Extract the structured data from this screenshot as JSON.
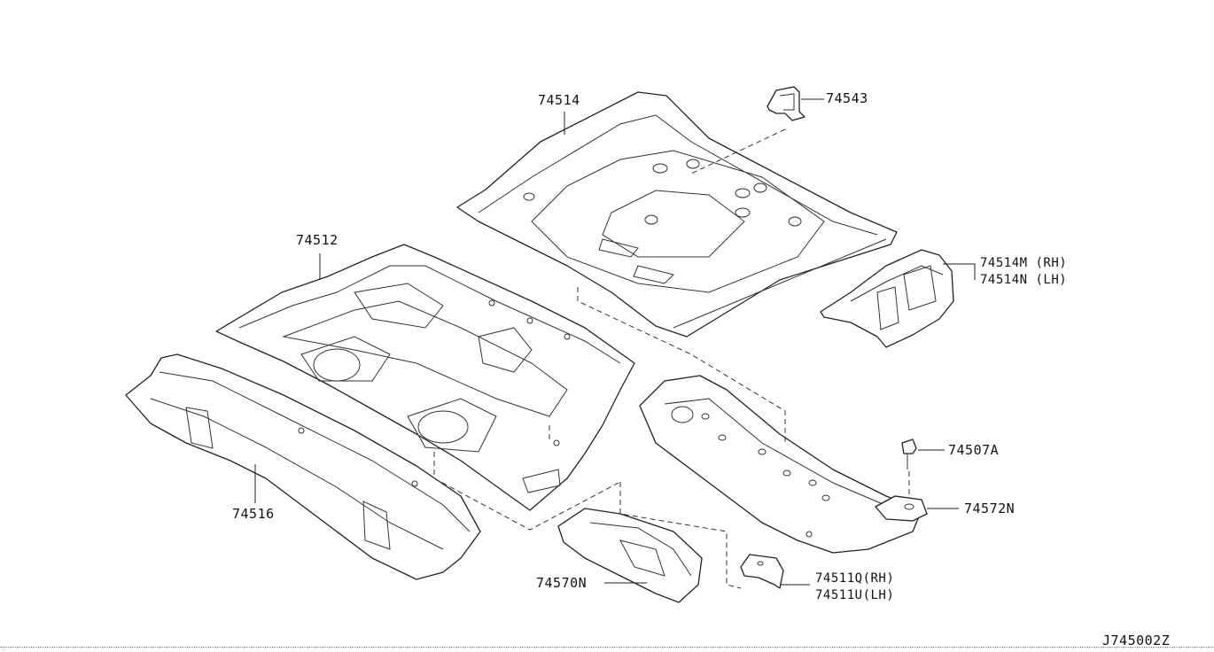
{
  "parts": [
    {
      "id": "p74514",
      "label": "74514"
    },
    {
      "id": "p74543",
      "label": "74543"
    },
    {
      "id": "p74512",
      "label": "74512"
    },
    {
      "id": "p74514m",
      "label": "74514M (RH)"
    },
    {
      "id": "p74514n",
      "label": "74514N (LH)"
    },
    {
      "id": "p74507a",
      "label": "74507A"
    },
    {
      "id": "p74572n",
      "label": "74572N"
    },
    {
      "id": "p74516",
      "label": "74516"
    },
    {
      "id": "p74570n",
      "label": "74570N"
    },
    {
      "id": "p74511q",
      "label": "74511Q(RH)"
    },
    {
      "id": "p74511u",
      "label": "74511U(LH)"
    }
  ],
  "diagram_code": "J745002Z",
  "colors": {
    "line": "#222222",
    "background": "#ffffff"
  }
}
